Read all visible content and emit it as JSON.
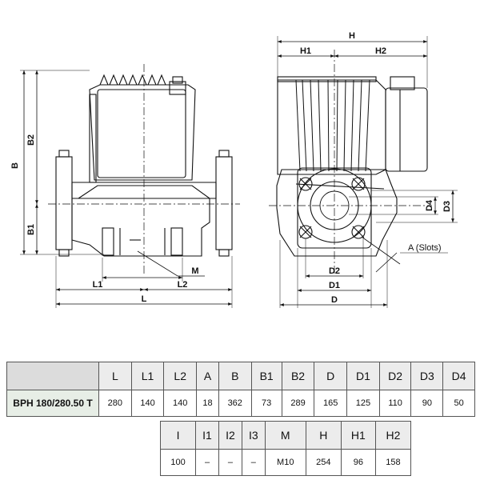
{
  "left_view": {
    "labels": {
      "B": "B",
      "B1": "B1",
      "B2": "B2",
      "L": "L",
      "L1": "L1",
      "L2": "L2",
      "M": "M"
    }
  },
  "right_view": {
    "labels": {
      "H": "H",
      "H1": "H1",
      "H2": "H2",
      "D": "D",
      "D1": "D1",
      "D2": "D2",
      "D3": "D3",
      "D4": "D4",
      "slots": "A (Slots)"
    }
  },
  "table_main": {
    "headers": [
      "",
      "L",
      "L1",
      "L2",
      "A",
      "B",
      "B1",
      "B2",
      "D",
      "D1",
      "D2",
      "D3",
      "D4"
    ],
    "row": [
      "BPH 180/280.50 T",
      "280",
      "140",
      "140",
      "18",
      "362",
      "73",
      "289",
      "165",
      "125",
      "110",
      "90",
      "50"
    ]
  },
  "table_secondary": {
    "headers": [
      "I",
      "I1",
      "I2",
      "I3",
      "M",
      "H",
      "H1",
      "H2"
    ],
    "row": [
      "100",
      "–",
      "–",
      "–",
      "M10",
      "254",
      "96",
      "158"
    ]
  }
}
